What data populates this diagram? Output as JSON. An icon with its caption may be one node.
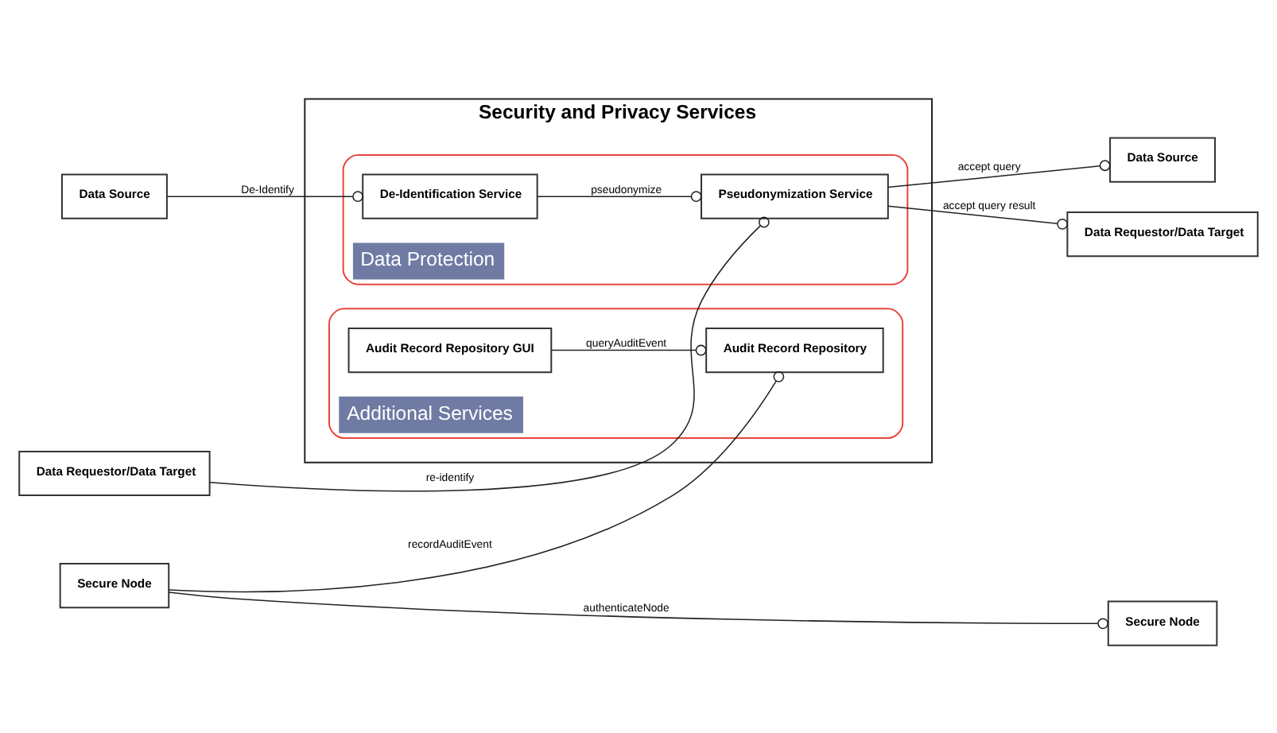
{
  "diagram": {
    "nodes": [
      {
        "text": [
          "Security and Privacy Services"
        ]
      },
      {
        "text": [
          "Data Protection"
        ],
        "in": 0
      },
      {
        "text": [
          "De-Identification Service"
        ],
        "in": 1
      },
      {
        "text": [
          "Pseudonymization Service"
        ],
        "in": 1
      },
      {
        "text": [
          "Additional Services"
        ],
        "in": 0
      },
      {
        "text": [
          "Audit Record Repository"
        ],
        "in": 4
      },
      {
        "text": [
          "Audit Record Repository GUI"
        ],
        "in": 4
      },
      {
        "text": [
          "Data Source"
        ]
      },
      {
        "text": [
          "Data Requestor/Data Target"
        ]
      },
      {
        "text": [
          "Secure Node"
        ]
      },
      {
        "text": [
          "Data Requestor/Data Target"
        ]
      },
      {
        "text": [
          "Data Source"
        ]
      },
      {
        "text": [
          "Secure Node"
        ]
      }
    ],
    "edges": [
      {
        "from": 7,
        "to": 2,
        "arrow": "other",
        "label": "De-Identify"
      },
      {
        "from": 2,
        "to": 3,
        "arrow": "other",
        "label": "pseudonymize"
      },
      {
        "from": 8,
        "to": 3,
        "arrow": "other",
        "label": "re-identify"
      },
      {
        "from": 3,
        "to": 10,
        "arrow": "other",
        "label": "accept query result"
      },
      {
        "from": 3,
        "to": 11,
        "arrow": "other",
        "label": "accept query"
      },
      {
        "from": 9,
        "to": 12,
        "arrow": "other",
        "label": "authenticateNode"
      },
      {
        "from": 9,
        "to": 5,
        "arrow": "other",
        "label": "recordAuditEvent"
      },
      {
        "from": 6,
        "to": 5,
        "arrow": "other",
        "label": "queryAuditEvent"
      }
    ]
  }
}
